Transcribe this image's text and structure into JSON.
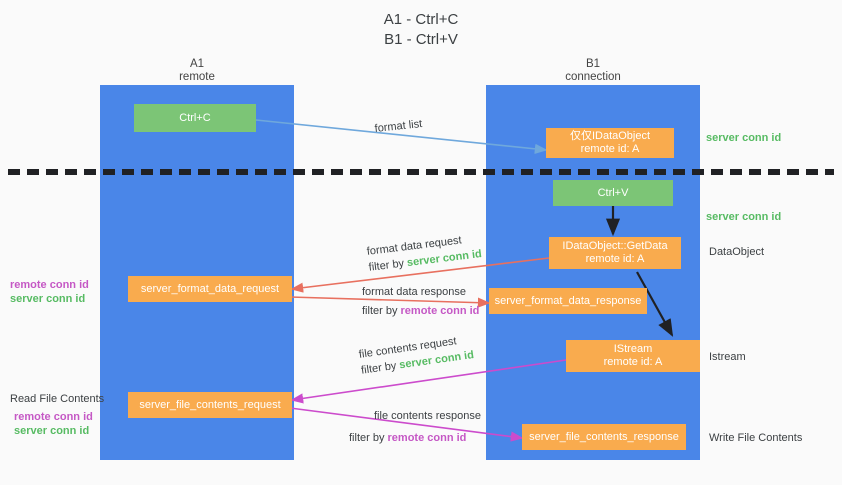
{
  "title": {
    "line1": "A1 - Ctrl+C",
    "line2": "B1 - Ctrl+V"
  },
  "lanes": [
    {
      "name": "A1",
      "sub": "remote"
    },
    {
      "name": "B1",
      "sub": "connection"
    }
  ],
  "boxes": {
    "ctrl_c": "Ctrl+C",
    "ctrl_v": "Ctrl+V",
    "idataobject_line1": "仅仅IDataObject",
    "idataobject_line2": "remote id: A",
    "getdata_line1": "IDataObject::GetData",
    "getdata_line2": "remote id: A",
    "istream_line1": "IStream",
    "istream_line2": "remote id: A",
    "server_format_data_request": "server_format_data_request",
    "server_format_data_response": "server_format_data_response",
    "server_file_contents_request": "server_file_contents_request",
    "server_file_contents_response": "server_file_contents_response"
  },
  "labels": {
    "format_list": "format list",
    "format_data_request": "format data request",
    "format_data_response": "format data response",
    "file_contents_request": "file contents request",
    "file_contents_response": "file contents response",
    "filter_by": "filter by",
    "server_conn_id": "server conn id",
    "remote_conn_id": "remote conn id",
    "read_file_contents": "Read File Contents",
    "write_file_contents": "Write File Contents",
    "dataobject": "DataObject",
    "istream": "Istream"
  },
  "colors": {
    "lane": "#4a86e8",
    "orange": "#f9ab4e",
    "green_box": "#7cc576",
    "green_text": "#57bb63",
    "magenta_text": "#c558c5",
    "arrow_blue": "#6fa8dc",
    "arrow_red": "#e8705f",
    "arrow_magenta": "#cc4bcc",
    "arrow_dark": "#202124",
    "background": "#fafafa"
  }
}
